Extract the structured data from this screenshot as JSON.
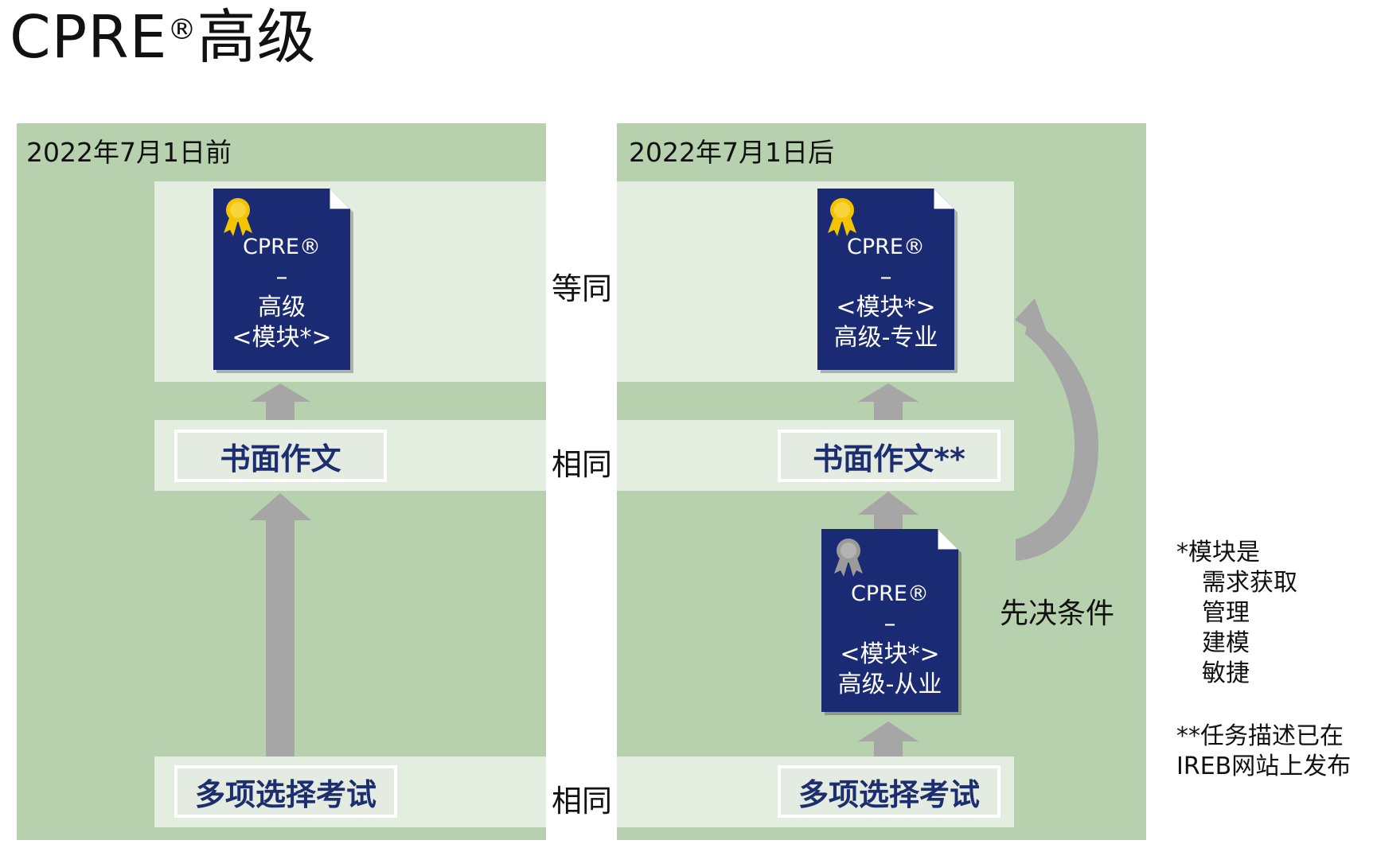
{
  "title": {
    "main": "CPRE",
    "reg": "®",
    "suffix": "高级"
  },
  "left_panel": {
    "period": "2022年7月1日前",
    "certificate": {
      "line1": "CPRE®",
      "line2": "–",
      "line3": "高级",
      "line4": "<模块*>"
    },
    "written_box": "书面作文",
    "exam_box": "多项选择考试"
  },
  "right_panel": {
    "period": "2022年7月1日后",
    "certificate_top": {
      "line1": "CPRE®",
      "line2": "–",
      "line3": "<模块*>",
      "line4": "高级-专业"
    },
    "written_box": "书面作文**",
    "certificate_practitioner": {
      "line1": "CPRE®",
      "line2": "–",
      "line3": "<模块*>",
      "line4": "高级-从业"
    },
    "exam_box": "多项选择考试",
    "prerequisite_label": "先决条件"
  },
  "comparison": {
    "certificate_row": "等同",
    "written_row": "相同",
    "exam_row": "相同"
  },
  "notes": {
    "modules_heading": "*模块是",
    "modules": [
      "需求获取",
      "管理",
      "建模",
      "敏捷"
    ],
    "task_line1": "**任务描述已在",
    "task_line2": "IREB网站上发布"
  },
  "colors": {
    "panel_green": "#b7d1ae",
    "certificate_navy": "#1a2a73",
    "box_text": "#1c2e70",
    "arrow_gray": "#a6a6a6",
    "seal_gold": "#f5c400",
    "seal_gray": "#9a9a9a"
  },
  "icons": {
    "seal_gold": "award-seal-gold-icon",
    "seal_gray": "award-seal-gray-icon"
  }
}
